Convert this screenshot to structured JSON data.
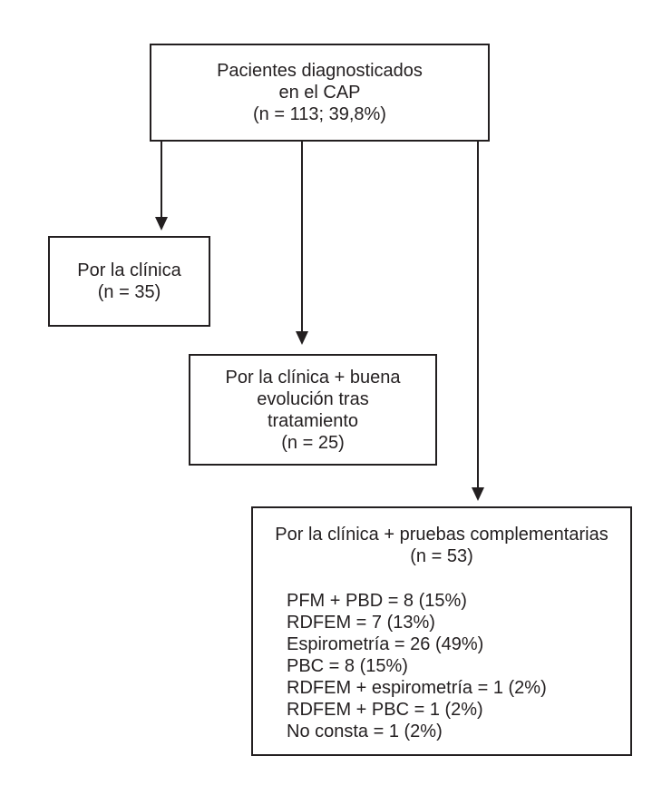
{
  "figure": {
    "type": "flowchart",
    "language": "es",
    "colors": {
      "background": "#ffffff",
      "line": "#231f20",
      "text": "#231f20"
    }
  },
  "boxes": {
    "root": {
      "lines": [
        "Pacientes diagnosticados",
        "en el CAP",
        "(n = 113; 39,8%)"
      ]
    },
    "clinica": {
      "lines": [
        "Por la clínica",
        "(n = 35)"
      ]
    },
    "evolucion": {
      "lines": [
        "Por la clínica + buena",
        "evolución tras",
        "tratamiento",
        "(n = 25)"
      ]
    },
    "pruebas": {
      "header_lines": [
        "Por la clínica + pruebas complementarias",
        "(n = 53)"
      ],
      "items": [
        "PFM + PBD = 8 (15%)",
        "RDFEM = 7 (13%)",
        "Espirometría = 26 (49%)",
        "PBC = 8 (15%)",
        "RDFEM + espirometría = 1 (2%)",
        "RDFEM + PBC = 1 (2%)",
        "No consta = 1 (2%)"
      ]
    }
  }
}
